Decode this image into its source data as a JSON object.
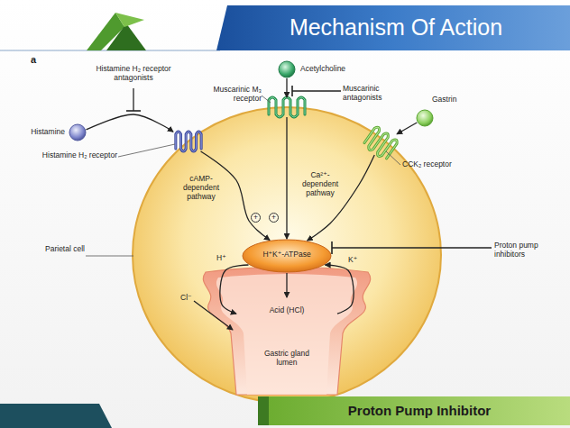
{
  "diagram": {
    "title": "Mechanism Of Action",
    "caption": "Proton Pump Inhibitor",
    "nodes": [
      {
        "text": [
          "Acetylcholine"
        ]
      },
      {
        "text": [
          "Gastrin"
        ]
      },
      {
        "text": [
          "Histamine"
        ]
      },
      {
        "text": [
          "Parietal cell"
        ]
      },
      {
        "text": [
          "Histamine H₂ receptor"
        ],
        "in": 3
      },
      {
        "text": [
          "Muscarinic M₃ receptor"
        ],
        "in": 3
      },
      {
        "text": [
          "CCK₂ receptor"
        ],
        "in": 3
      },
      {
        "text": [
          "H⁺K⁺-ATPase"
        ],
        "in": 3
      },
      {
        "text": [
          "Acid (HCl)",
          "Gastric gland lumen"
        ],
        "in": 3
      }
    ],
    "edges": [
      {
        "from": 2,
        "to": 4,
        "arrow": "to"
      },
      {
        "from": 0,
        "to": 5,
        "arrow": "to"
      },
      {
        "from": 1,
        "to": 6,
        "arrow": "to"
      },
      {
        "from": 4,
        "to": 7,
        "label": "cAMP-dependent pathway",
        "arrow": "to"
      },
      {
        "from": 5,
        "to": 7,
        "arrow": "to"
      },
      {
        "from": 6,
        "to": 7,
        "label": "Ca²⁺-dependent pathway",
        "arrow": "to"
      },
      {
        "from": 7,
        "to": 8,
        "label": "H⁺",
        "arrow": "to"
      },
      {
        "from": 7,
        "to": 8,
        "arrow": "to"
      },
      {
        "from": 8,
        "to": 7,
        "label": "K⁺",
        "arrow": "to"
      }
    ],
    "labels": [
      "a",
      "Histamine H₂ receptor antagonists",
      "Muscarinic antagonists",
      "+",
      "+",
      "Proton pump inhibitors",
      "Cl⁻"
    ]
  }
}
